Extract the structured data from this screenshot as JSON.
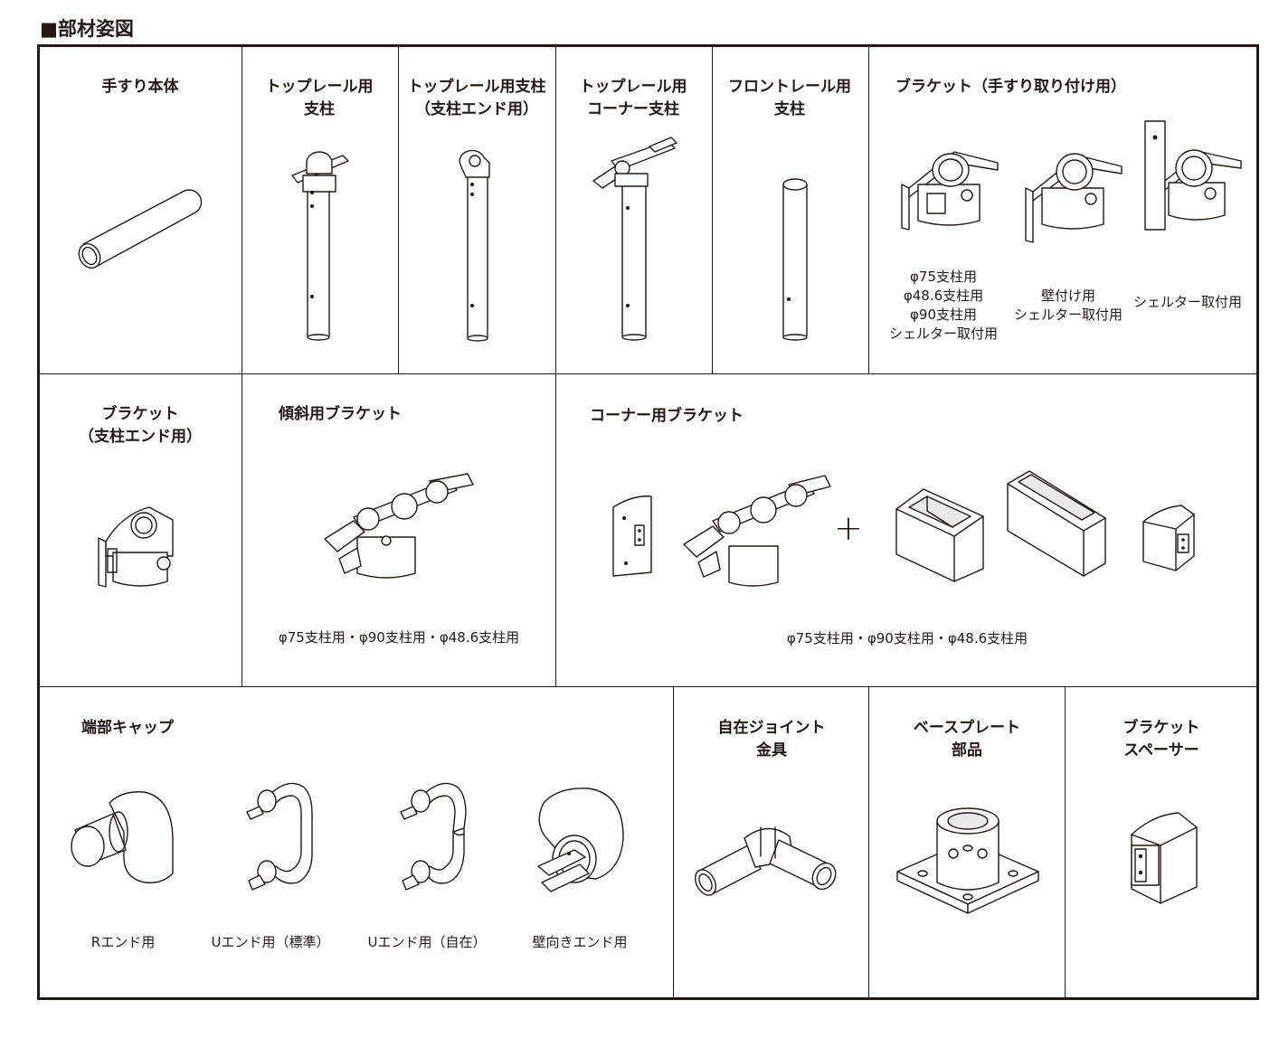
{
  "page": {
    "title": "■部材姿図"
  },
  "row1": {
    "handrail_body": "手すり本体",
    "toprail_post": [
      "トップレール用",
      "支柱"
    ],
    "toprail_post_end": [
      "トップレール用支柱",
      "（支柱エンド用）"
    ],
    "toprail_corner_post": [
      "トップレール用",
      "コーナー支柱"
    ],
    "frontrail_post": [
      "フロントレール用",
      "支柱"
    ],
    "bracket_mount": "ブラケット（手すり取り付け用）",
    "bracket_mount_caption_a": [
      "φ75支柱用",
      "φ48.6支柱用",
      "φ90支柱用",
      "シェルター取付用"
    ],
    "bracket_mount_caption_b": [
      "壁付け用",
      "シェルター取付用"
    ],
    "bracket_mount_caption_c": "シェルター取付用"
  },
  "row2": {
    "bracket_post_end": [
      "ブラケット",
      "（支柱エンド用）"
    ],
    "incline_bracket": "傾斜用ブラケット",
    "incline_caption": "φ75支柱用・φ90支柱用・φ48.6支柱用",
    "corner_bracket": "コーナー用ブラケット",
    "plus_sign": "+",
    "corner_caption": "φ75支柱用・φ90支柱用・φ48.6支柱用"
  },
  "row3": {
    "end_cap": "端部キャップ",
    "end_cap_items": [
      "Rエンド用",
      "Uエンド用（標準）",
      "Uエンド用（自在）",
      "壁向きエンド用"
    ],
    "free_joint": [
      "自在ジョイント",
      "金具"
    ],
    "base_plate": [
      "ベースプレート",
      "部品"
    ],
    "bracket_spacer": [
      "ブラケット",
      "スペーサー"
    ]
  }
}
